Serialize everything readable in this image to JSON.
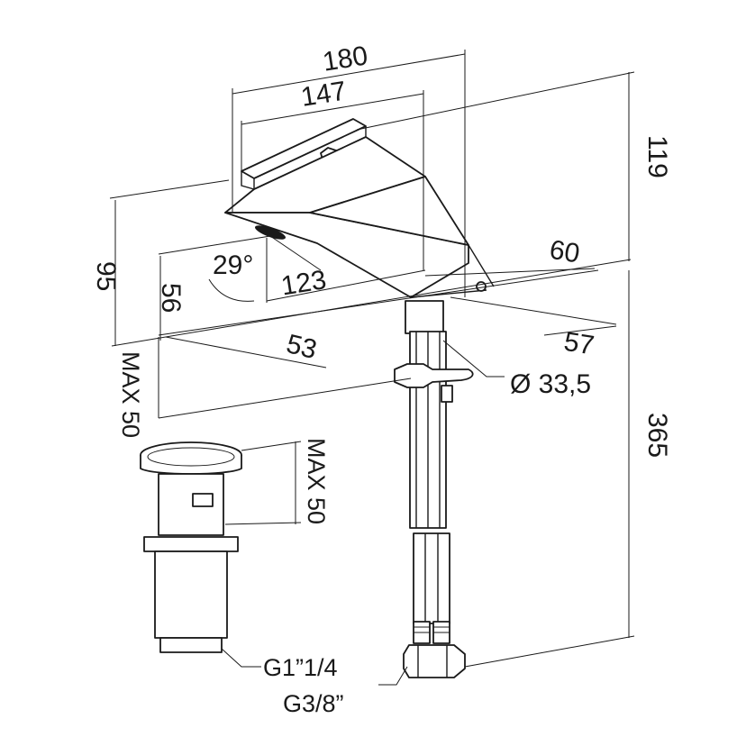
{
  "dimensions": {
    "width_overall": "180",
    "width_spout": "147",
    "height_top": "119",
    "height_spout": "95",
    "height_outlet": "56",
    "angle": "29°",
    "reach": "123",
    "offset_a": "60",
    "offset_b": "57",
    "offset_c": "53",
    "deck_diameter": "Ø 33,5",
    "max_deck_thickness": "MAX 50",
    "height_total": "365",
    "waste_max": "MAX 50",
    "waste_thread": "G1”1/4",
    "supply_thread": "G3/8”"
  },
  "colors": {
    "stroke": "#1a1a1a",
    "background": "#ffffff"
  }
}
